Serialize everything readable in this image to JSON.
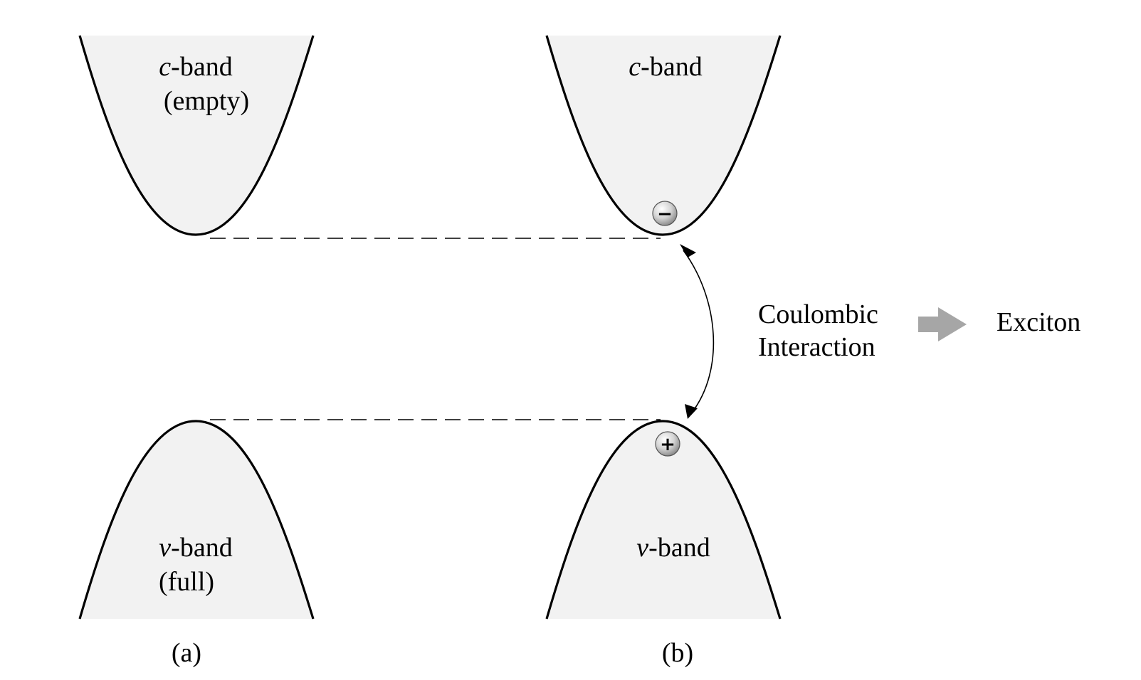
{
  "panel_a": {
    "conduction": {
      "italic": "c",
      "rest": "-band",
      "state": "(empty)"
    },
    "valence": {
      "italic": "v",
      "rest": "-band",
      "state": "(full)"
    },
    "caption": "(a)"
  },
  "panel_b": {
    "conduction": {
      "italic": "c",
      "rest": "-band"
    },
    "valence": {
      "italic": "v",
      "rest": "-band"
    },
    "electron_symbol": "−",
    "hole_symbol": "+",
    "caption": "(b)"
  },
  "interaction": {
    "line1": "Coulombic",
    "line2": "Interaction",
    "result": "Exciton",
    "arrow_color": "#a6a6a6"
  },
  "colors": {
    "band_fill": "#f2f2f2",
    "carrier_fill": "#d9d9d9"
  }
}
